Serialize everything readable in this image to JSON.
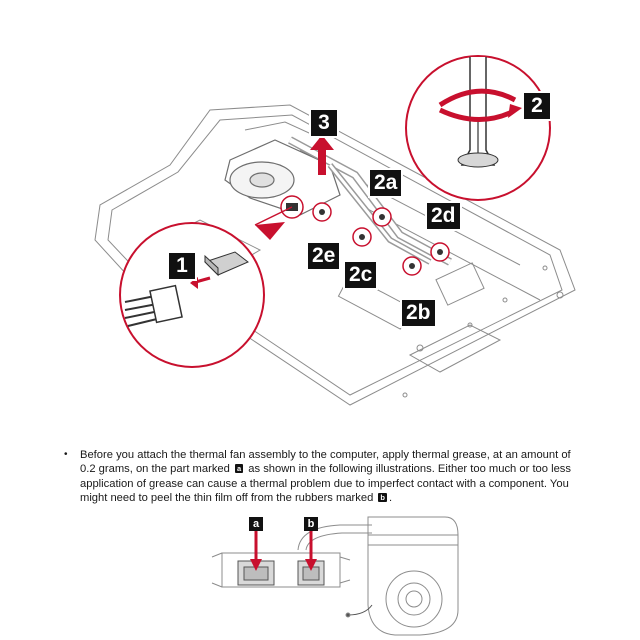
{
  "callouts": {
    "step1": "1",
    "step2": "2",
    "step2a": "2a",
    "step2b": "2b",
    "step2c": "2c",
    "step2d": "2d",
    "step2e": "2e",
    "step3": "3"
  },
  "note": {
    "bullet": "•",
    "text_1": "Before you attach the thermal fan assembly to the computer, apply thermal grease, at an amount of 0.2 grams, on the part marked",
    "text_2": "as shown in the following illustrations. Either too much or too less application of grease can cause a thermal problem due to imperfect contact with a component. You might need to peel the thin film off from the rubbers marked",
    "text_3": ".",
    "mark_a": "a",
    "mark_b": "b"
  },
  "figure_labels": {
    "label_a": "a",
    "label_b": "b"
  },
  "colors": {
    "accent_red": "#c8102e",
    "line_gray": "#8c8c8c",
    "callout_black": "#111111"
  }
}
